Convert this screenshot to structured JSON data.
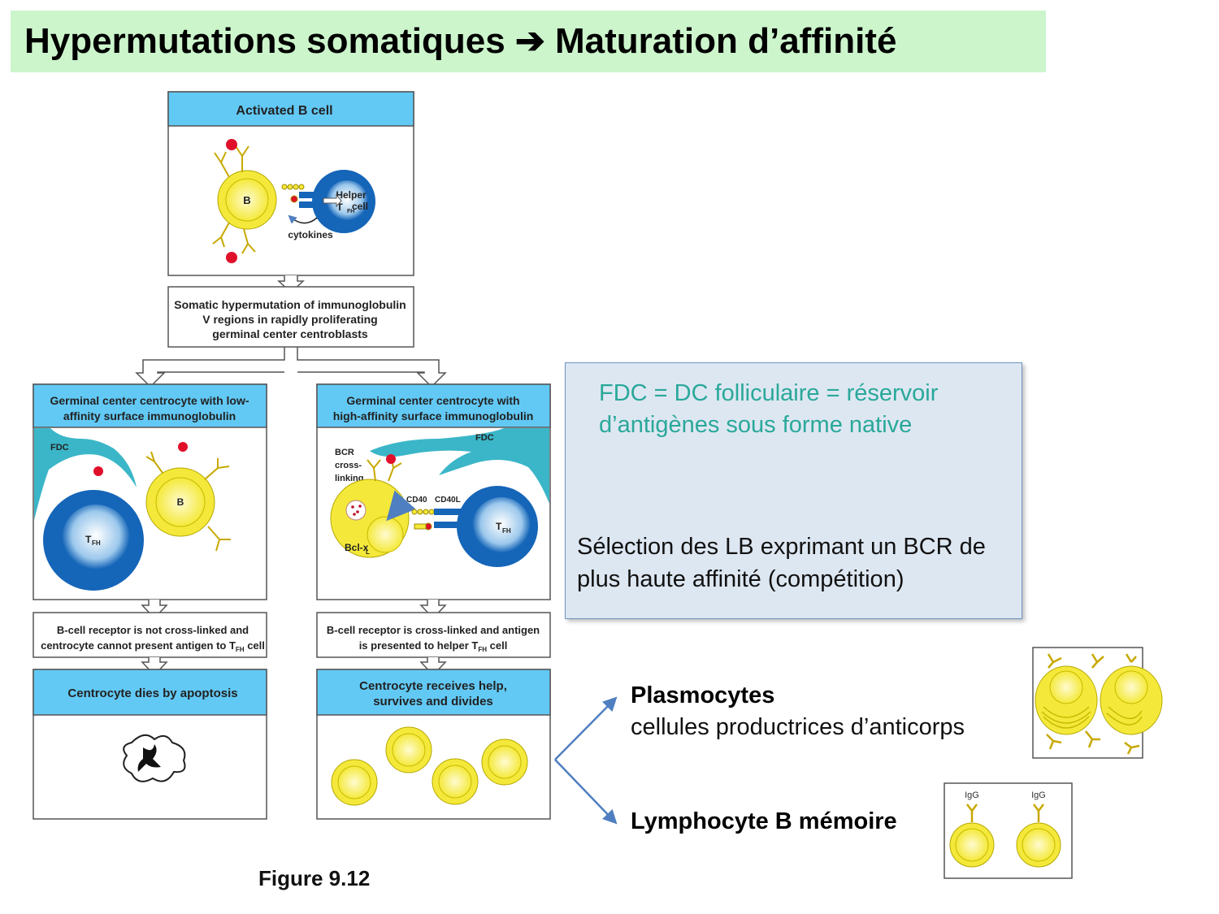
{
  "title": "Hypermutations somatiques ➔ Maturation d’affinité",
  "colors": {
    "title_bg": "#ccf5cc",
    "header_blue": "#62c9f5",
    "b_cell_yellow": "#f4e93a",
    "t_cell_blue": "#1565b8",
    "fdc_teal": "#3bb6c8",
    "info_box_bg": "#dde7f2",
    "fdc_text": "#2aa89a",
    "arrow_blue": "#4f7fc0"
  },
  "flow": {
    "activated": {
      "header": "Activated B cell",
      "b_label": "B",
      "helper_label": [
        "Helper",
        "T",
        "FH",
        "cell"
      ],
      "cytokines": "cytokines"
    },
    "hypermutation": [
      "Somatic hypermutation of immunoglobulin",
      "V regions in rapidly proliferating",
      "germinal center centroblasts"
    ],
    "low": {
      "header": [
        "Germinal center centrocyte with low-",
        "affinity surface immunoglobulin"
      ],
      "fdc": "FDC",
      "b_label": "B",
      "t_label": [
        "T",
        "FH"
      ],
      "result": [
        "B-cell receptor is not cross-linked and",
        "centrocyte cannot present antigen to T",
        "FH",
        " cell"
      ],
      "fate": "Centrocyte dies by apoptosis"
    },
    "high": {
      "header": [
        "Germinal center centrocyte with",
        "high-affinity surface immunoglobulin"
      ],
      "fdc": "FDC",
      "bcr": [
        "BCR",
        "cross-",
        "linking"
      ],
      "cd40": "CD40",
      "cd40l": "CD40L",
      "bcl": [
        "Bcl-x",
        "L"
      ],
      "t_label": [
        "T",
        "FH"
      ],
      "result": [
        "B-cell receptor is cross-linked and antigen",
        "is presented to helper T",
        "FH",
        " cell"
      ],
      "fate": [
        "Centrocyte receives help,",
        "survives and divides"
      ]
    }
  },
  "info": {
    "fdc": "FDC = DC folliculaire = réservoir d’antigènes sous forme native",
    "selection": "Sélection des LB exprimant un BCR de plus haute affinité (compétition)"
  },
  "outcomes": {
    "plasmocytes_title": "Plasmocytes",
    "plasmocytes_sub": "cellules productrices d’anticorps",
    "memory_title": "Lymphocyte B mémoire",
    "igg": "IgG"
  },
  "caption": "Figure 9.12"
}
